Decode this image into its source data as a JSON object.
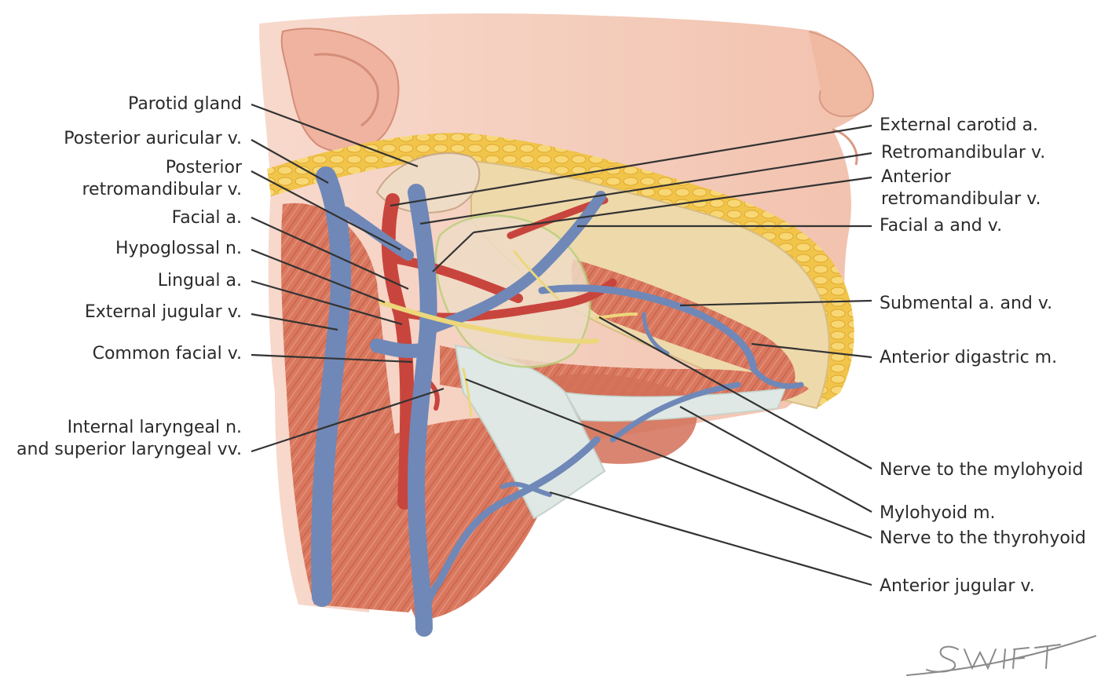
{
  "colors": {
    "background": "#ffffff",
    "label_text": "#2b2b2b",
    "leader_line": "#333333",
    "skin": "#f2c2ae",
    "skin_shadow": "#e8a792",
    "fat": "#f1c44a",
    "fat_highlight": "#fbe38a",
    "muscle": "#d9785f",
    "muscle_dark": "#b8563f",
    "vein": "#6f88b8",
    "vein_dark": "#4f6a9e",
    "artery": "#c8453d",
    "nerve": "#ecd77a",
    "gland": "#efdcc6",
    "fascia": "#dfe8e4",
    "mandible": "#eed9ab"
  },
  "labels_left": [
    {
      "id": "parotid-gland",
      "lines": [
        "Parotid gland"
      ]
    },
    {
      "id": "posterior-auricular-v",
      "lines": [
        "Posterior auricular v."
      ]
    },
    {
      "id": "posterior-retromandibular-v",
      "lines": [
        "Posterior",
        "retromandibular v."
      ]
    },
    {
      "id": "facial-a",
      "lines": [
        "Facial a."
      ]
    },
    {
      "id": "hypoglossal-n",
      "lines": [
        "Hypoglossal n."
      ]
    },
    {
      "id": "lingual-a",
      "lines": [
        "Lingual a."
      ]
    },
    {
      "id": "external-jugular-v",
      "lines": [
        "External jugular v."
      ]
    },
    {
      "id": "common-facial-v",
      "lines": [
        "Common facial v."
      ]
    },
    {
      "id": "internal-laryngeal-n",
      "lines": [
        "Internal laryngeal n.",
        "and superior laryngeal vv."
      ]
    }
  ],
  "labels_right": [
    {
      "id": "external-carotid-a",
      "lines": [
        "External carotid a."
      ]
    },
    {
      "id": "retromandibular-v",
      "lines": [
        "Retromandibular v."
      ]
    },
    {
      "id": "anterior-retromandibular-v",
      "lines": [
        "Anterior",
        "retromandibular v."
      ]
    },
    {
      "id": "facial-a-and-v",
      "lines": [
        "Facial a and v."
      ]
    },
    {
      "id": "submental-a-and-v",
      "lines": [
        "Submental a. and v."
      ]
    },
    {
      "id": "anterior-digastric-m",
      "lines": [
        "Anterior digastric m."
      ]
    },
    {
      "id": "nerve-to-mylohyoid",
      "lines": [
        "Nerve to the mylohyoid"
      ]
    },
    {
      "id": "mylohyoid-m",
      "lines": [
        "Mylohyoid m."
      ]
    },
    {
      "id": "nerve-to-thyrohyoid",
      "lines": [
        "Nerve to the thyrohyoid"
      ]
    },
    {
      "id": "anterior-jugular-v",
      "lines": [
        "Anterior jugular v."
      ]
    }
  ]
}
